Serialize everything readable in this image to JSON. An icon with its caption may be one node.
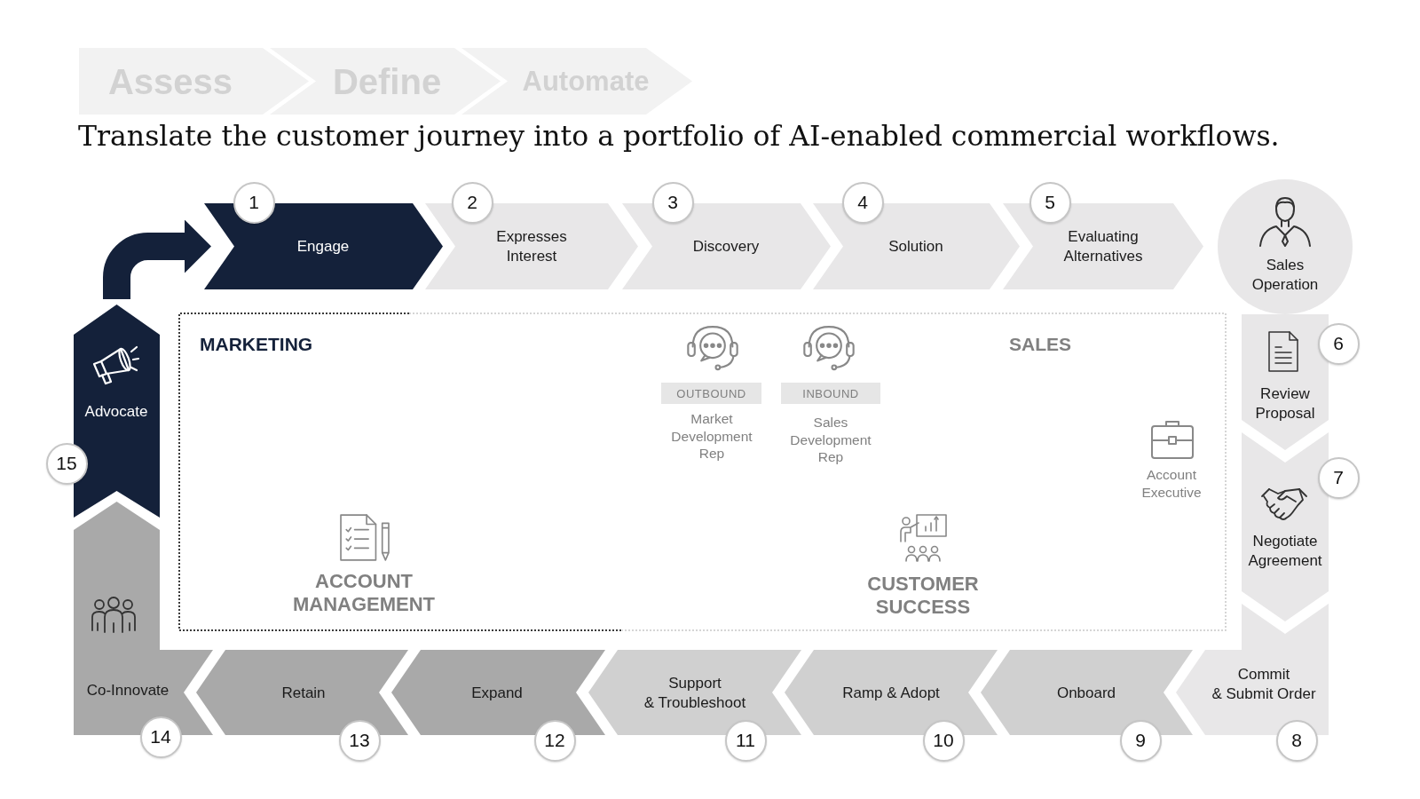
{
  "diagram": {
    "title": "Translate the customer journey into a portfolio of AI-enabled commercial workflows.",
    "nodes": [
      {
        "text": [
          "Assess"
        ]
      },
      {
        "text": [
          "Define"
        ]
      },
      {
        "text": [
          "Automate"
        ]
      },
      {
        "text": [
          "1"
        ]
      },
      {
        "text": [
          "Engage"
        ]
      },
      {
        "text": [
          "2"
        ]
      },
      {
        "text": [
          "Expresses Interest"
        ]
      },
      {
        "text": [
          "3"
        ]
      },
      {
        "text": [
          "Discovery"
        ]
      },
      {
        "text": [
          "4"
        ]
      },
      {
        "text": [
          "Solution"
        ]
      },
      {
        "text": [
          "5"
        ]
      },
      {
        "text": [
          "Evaluating Alternatives"
        ]
      },
      {
        "text": [
          "Sales Operation"
        ]
      },
      {
        "text": [
          "6"
        ]
      },
      {
        "text": [
          "Review Proposal"
        ]
      },
      {
        "text": [
          "7"
        ]
      },
      {
        "text": [
          "Negotiate Agreement"
        ]
      },
      {
        "text": [
          "Commit & Submit Order"
        ]
      },
      {
        "text": [
          "8"
        ]
      },
      {
        "text": [
          "Onboard"
        ]
      },
      {
        "text": [
          "9"
        ]
      },
      {
        "text": [
          "Ramp & Adopt"
        ]
      },
      {
        "text": [
          "10"
        ]
      },
      {
        "text": [
          "Support & Troubleshoot"
        ]
      },
      {
        "text": [
          "11"
        ]
      },
      {
        "text": [
          "Expand"
        ]
      },
      {
        "text": [
          "12"
        ]
      },
      {
        "text": [
          "Retain"
        ]
      },
      {
        "text": [
          "13"
        ]
      },
      {
        "text": [
          "Co-Innovate"
        ]
      },
      {
        "text": [
          "14"
        ]
      },
      {
        "text": [
          "Advocate"
        ]
      },
      {
        "text": [
          "15"
        ]
      },
      {
        "text": [
          "MARKETING",
          "SALES",
          "Account Executive",
          "ACCOUNT MANAGEMENT",
          "CUSTOMER SUCCESS"
        ]
      },
      {
        "text": [
          "OUTBOUND"
        ],
        "in": 34,
        "beside": [
          "Market Development Rep"
        ]
      },
      {
        "text": [
          "INBOUND"
        ],
        "in": 34,
        "beside": [
          "Sales Development Rep"
        ]
      }
    ],
    "edges": [
      {
        "from": 32,
        "to": 4,
        "arrow": "to"
      }
    ]
  }
}
